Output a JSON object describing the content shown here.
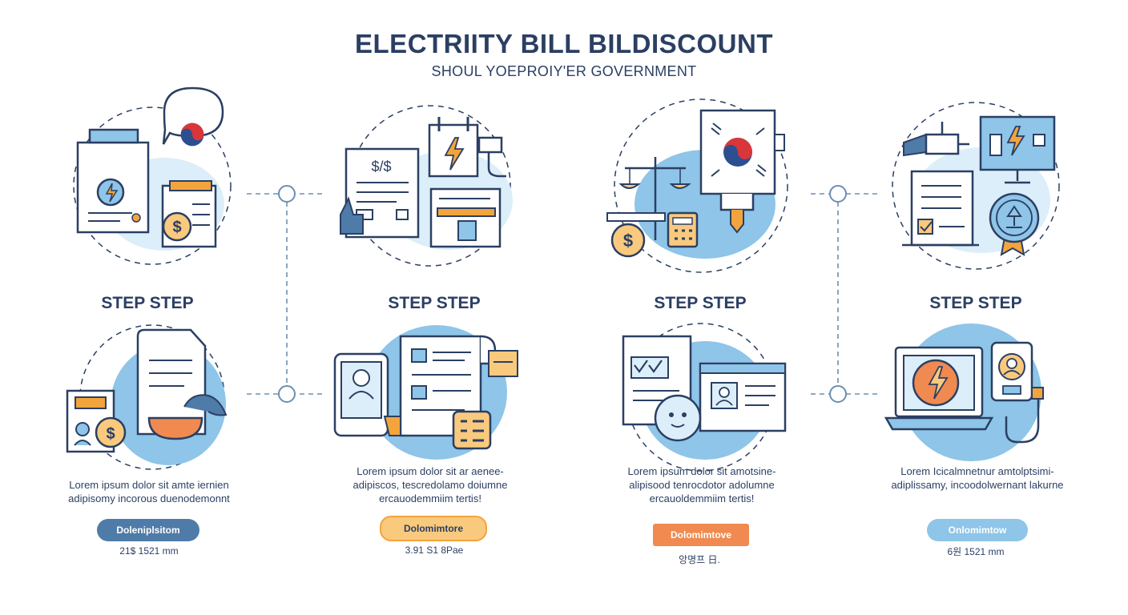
{
  "header": {
    "title": "ELECTRIITY BILL BILDISCOUNT",
    "subtitle": "SHOUL YOEPROIY'ER GOVERNMENT"
  },
  "steps": [
    {
      "heading": "STEP STEP",
      "desc": [
        "Lorem ipsum dolor sit amte iernien",
        "adipisomy incorous duenodemonnt"
      ],
      "button": "Doleniplsitom",
      "note": "21$ 1521 mm"
    },
    {
      "heading": "STEP STEP",
      "desc": [
        "Lorem ipsum dolor sit ar aenee-",
        "adipiscos, tescredolamo doiumne",
        "ercauodemmiim tertis!"
      ],
      "button": "Dolomimtore",
      "note": "3.91 S1 8Pae"
    },
    {
      "heading": "STEP STEP",
      "desc": [
        "Lorem ipsum dolor sit amotsine-",
        "alipisood tenrocdotor adolumne",
        "ercauoldemmiim tertis!"
      ],
      "button": "Dolomimtove",
      "note": "앙명프 日."
    },
    {
      "heading": "STEP STEP",
      "desc": [
        "Lorem Icicalmnetnur amtolptsimi-",
        "adiplissamy, incoodolwernant lakurne"
      ],
      "button": "Onlomimtow",
      "note": "6원 1521 mm"
    }
  ],
  "icons": {
    "flag": "korean-taegeuk-flag",
    "bolt": "lightning-bolt",
    "coin": "dollar-coin"
  },
  "colors": {
    "navy": "#2b3f63",
    "light_blue": "#8ec5e8",
    "pale_blue": "#dceef9",
    "orange": "#f3a43c",
    "red": "#d8363b"
  }
}
